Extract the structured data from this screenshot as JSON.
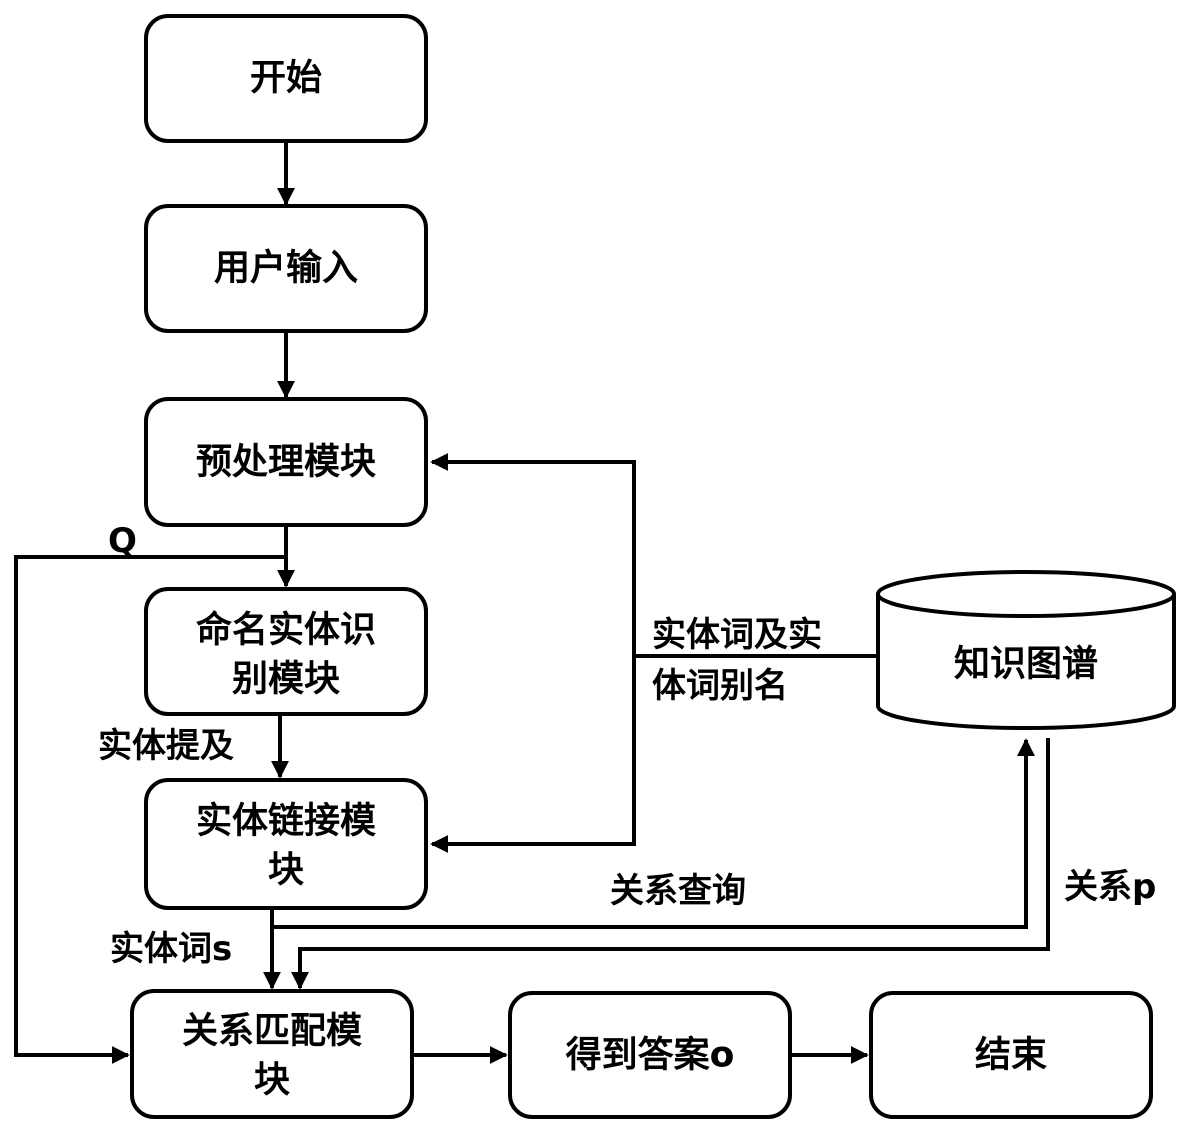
{
  "nodes": {
    "start": "开始",
    "user_input": "用户输入",
    "preprocess": "预处理模块",
    "ner_line1": "命名实体识",
    "ner_line2": "别模块",
    "linking_line1": "实体链接模",
    "linking_line2": "块",
    "matching_line1": "关系匹配模",
    "matching_line2": "块",
    "answer": "得到答案o",
    "end": "结束",
    "kg": "知识图谱"
  },
  "edges": {
    "q": "Q",
    "mention": "实体提及",
    "entity_word": "实体词s",
    "alias_line1": "实体词及实",
    "alias_line2": "体词别名",
    "relation_query": "关系查询",
    "relation_p": "关系p"
  }
}
